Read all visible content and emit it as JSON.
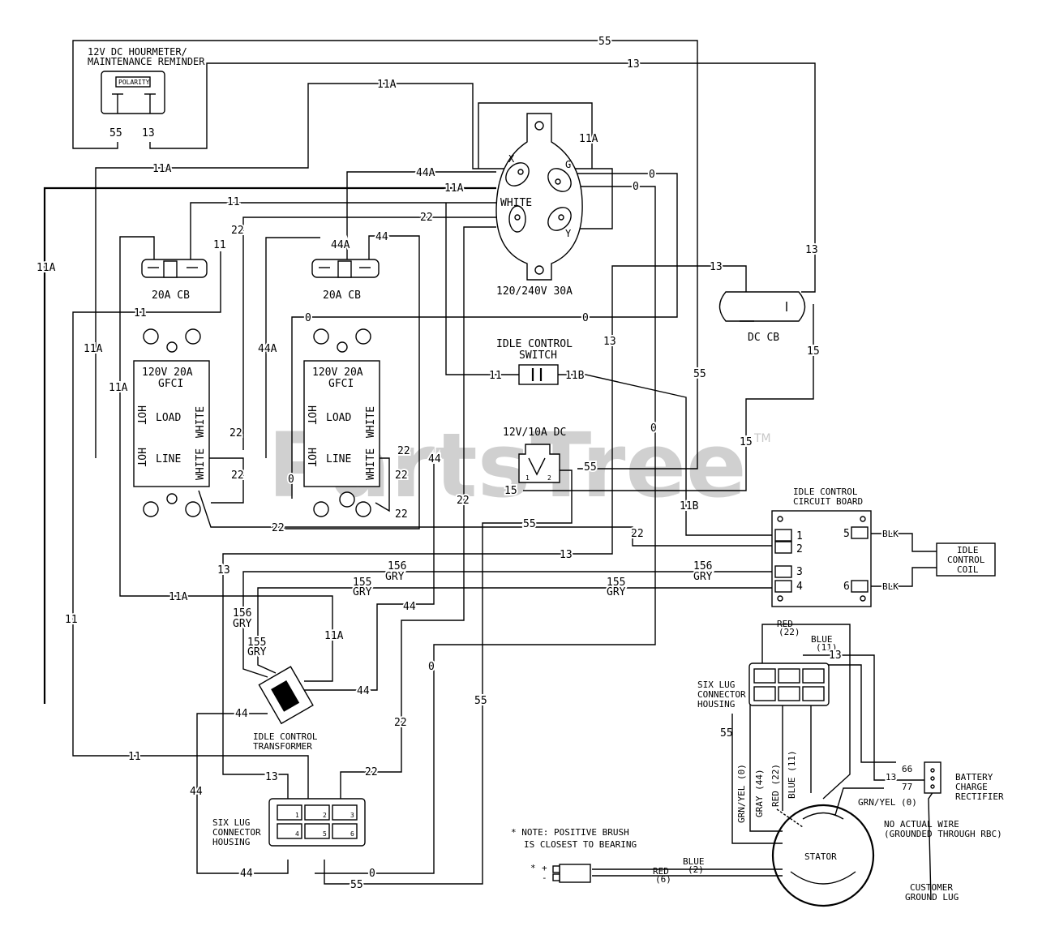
{
  "watermark": {
    "text": "PartsTree",
    "tm": "TM"
  },
  "components": {
    "hourmeter": {
      "title_line1": "12V DC HOURMETER/",
      "title_line2": "MAINTENANCE REMINDER",
      "face": "POLARITY",
      "term_left": "55",
      "term_right": "13"
    },
    "receptacle_30a": {
      "label": "120/240V 30A",
      "x": "X",
      "g": "G",
      "y": "Y",
      "white": "WHITE"
    },
    "cb_left": {
      "label": "20A CB"
    },
    "cb_mid": {
      "label": "20A CB"
    },
    "dc_cb": {
      "label": "DC CB"
    },
    "gfci_left": {
      "title_line1": "120V 20A",
      "title_line2": "GFCI",
      "load": "LOAD",
      "line": "LINE",
      "hot": "HOT",
      "white": "WHITE"
    },
    "gfci_mid": {
      "title_line1": "120V 20A",
      "title_line2": "GFCI",
      "load": "LOAD",
      "line": "LINE",
      "hot": "HOT",
      "white": "WHITE"
    },
    "idle_switch": {
      "title_line1": "IDLE CONTROL",
      "title_line2": "SWITCH"
    },
    "dc_outlet": {
      "label": "12V/10A DC",
      "pin1": "1",
      "pin2": "2"
    },
    "idle_board": {
      "title_line1": "IDLE CONTROL",
      "title_line2": "CIRCUIT BOARD",
      "pins": [
        "1",
        "2",
        "3",
        "4",
        "5",
        "6"
      ],
      "blk": "BLK"
    },
    "idle_coil": {
      "line1": "IDLE",
      "line2": "CONTROL",
      "line3": "COIL"
    },
    "transformer": {
      "line1": "IDLE CONTROL",
      "line2": "TRANSFORMER"
    },
    "six_lug_right": {
      "line1": "SIX LUG",
      "line2": "CONNECTOR",
      "line3": "HOUSING",
      "red": "RED",
      "red_n": "(22)",
      "blue": "BLUE",
      "blue_n": "(11)"
    },
    "six_lug_left": {
      "line1": "SIX LUG",
      "line2": "CONNECTOR",
      "line3": "HOUSING",
      "pins": [
        "1",
        "2",
        "3",
        "4",
        "5",
        "6"
      ]
    },
    "rectifier": {
      "line1": "BATTERY",
      "line2": "CHARGE",
      "line3": "RECTIFIER",
      "w66": "66",
      "w77": "77",
      "w13": "13",
      "grn": "GRN/YEL (0)"
    },
    "stator": {
      "label": "STATOR",
      "w_grn": "GRN/YEL (0)",
      "w_gray": "GRAY (44)",
      "w_red": "RED (22)",
      "w_blue": "BLUE (11)",
      "w55": "55"
    },
    "note": {
      "line1": "* NOTE: POSITIVE BRUSH",
      "line2": "IS CLOSEST TO BEARING"
    },
    "brush": {
      "plus": "+",
      "minus": "-",
      "star": "*",
      "blue": "BLUE",
      "blue_n": "(2)",
      "red": "RED",
      "red_n": "(6)"
    },
    "ground": {
      "line1": "NO ACTUAL WIRE",
      "line2": "(GROUNDED THROUGH RBC)",
      "line3": "CUSTOMER",
      "line4": "GROUND LUG"
    }
  },
  "wires": {
    "w55": "55",
    "w13": "13",
    "w11a": "11A",
    "w11": "11",
    "w11b": "11B",
    "w44a": "44A",
    "w44": "44",
    "w22": "22",
    "w0": "0",
    "w15": "15",
    "w156": "156",
    "w155": "155",
    "gry": "GRY"
  }
}
